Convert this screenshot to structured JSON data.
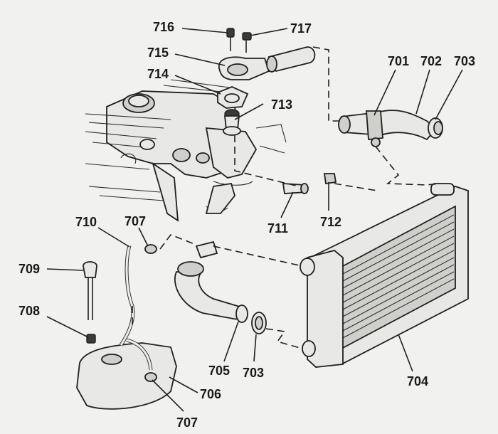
{
  "diagram": {
    "callouts": {
      "c716": "716",
      "c717": "717",
      "c715": "715",
      "c714": "714",
      "c713": "713",
      "c701": "701",
      "c702": "702",
      "c703_top": "703",
      "c712": "712",
      "c711": "711",
      "c710": "710",
      "c707_top": "707",
      "c709": "709",
      "c708": "708",
      "c705": "705",
      "c703_bottom": "703",
      "c704": "704",
      "c706": "706",
      "c707_bottom": "707"
    }
  }
}
